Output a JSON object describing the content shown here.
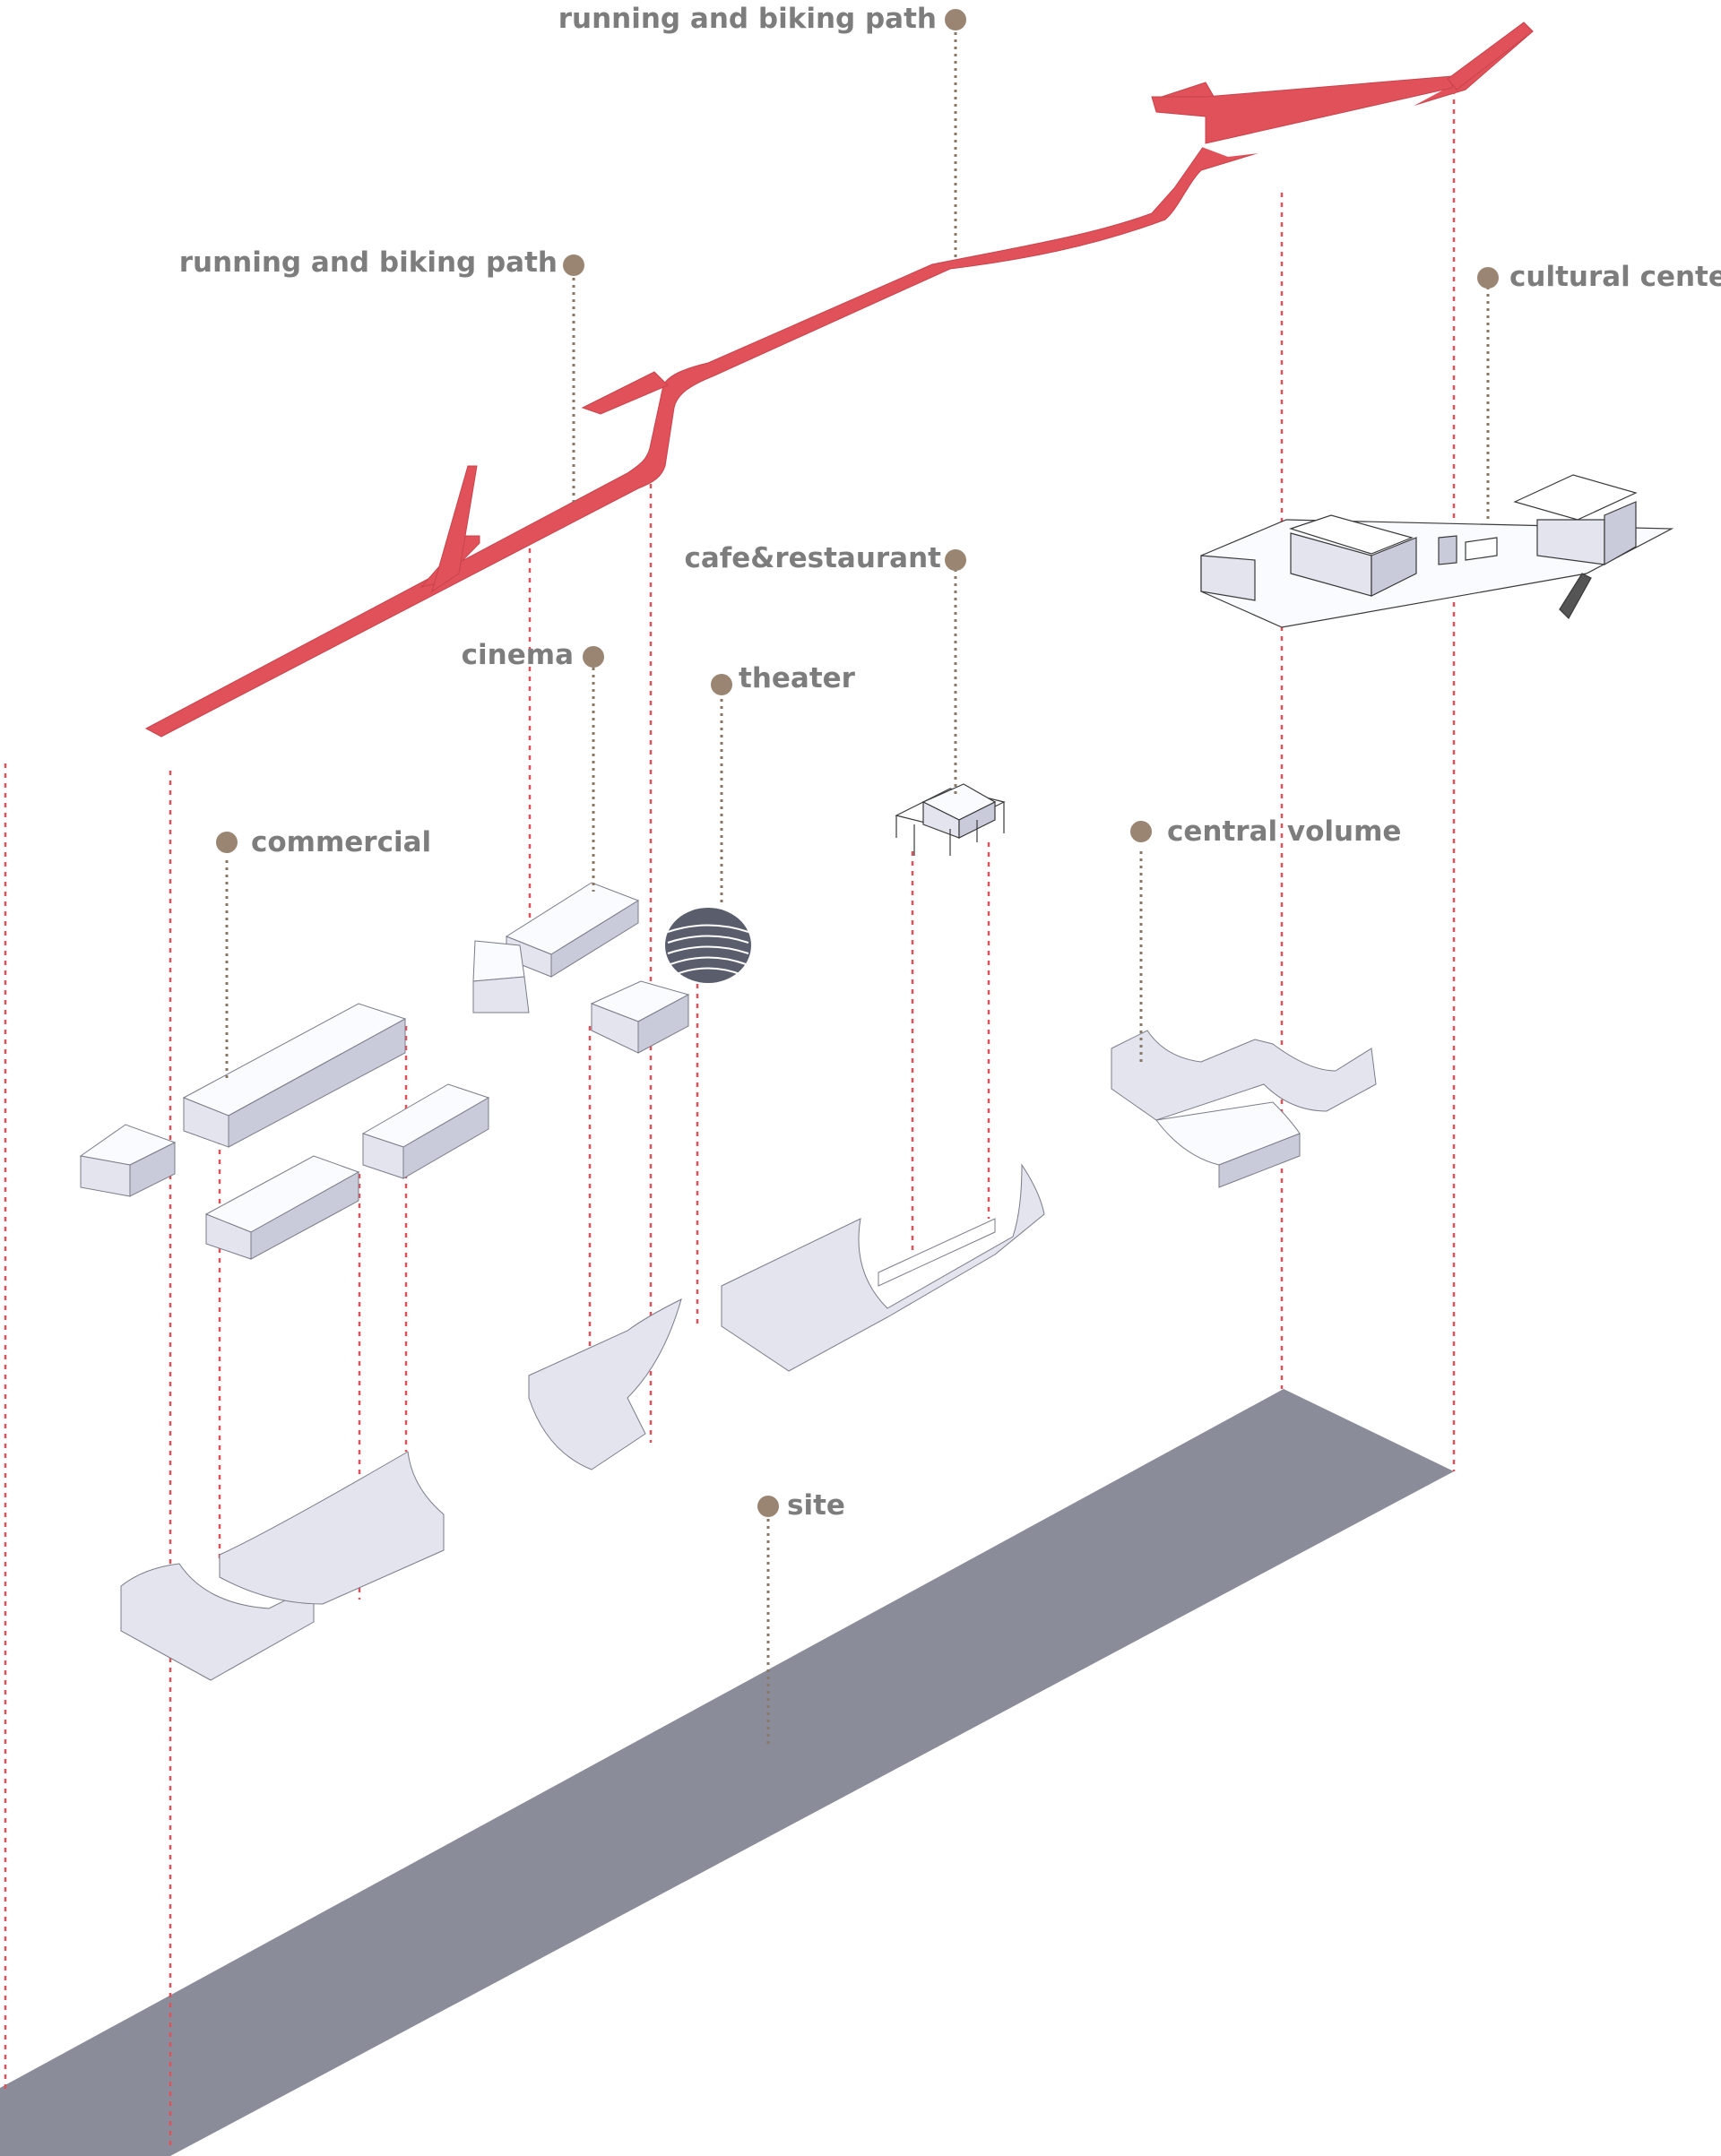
{
  "labels": {
    "path_upper": "running and biking path",
    "path_lower": "running and biking path",
    "cultural_center": "cultural center",
    "cafe_restaurant": "cafe&restaurant",
    "cinema": "cinema",
    "theater": "theater",
    "commercial": "commercial",
    "central_volume": "central volume",
    "site": "site"
  },
  "colors": {
    "path": "#e0515a",
    "guide_line": "#e0515a",
    "leader": "#8a7866",
    "marker": "#9a8572",
    "label_text": "#7d7d7d",
    "site_plane": "#8a8d99",
    "volume_top": "#fafbff",
    "volume_side": "#e3e4ee",
    "volume_dark": "#c9cbda"
  }
}
